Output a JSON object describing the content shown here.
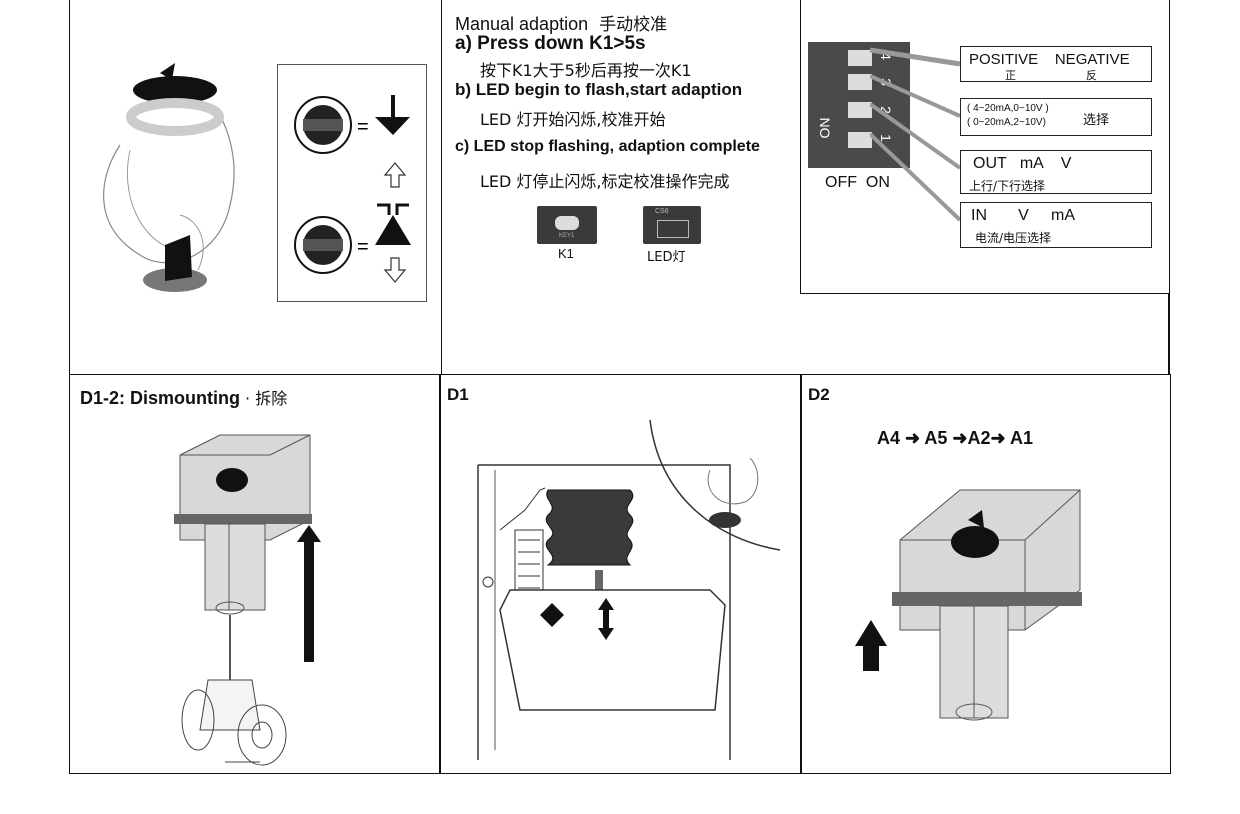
{
  "adaption": {
    "title": "Manual adaption",
    "title_cn": "手动校准",
    "step_a": "a) Press down K1>5s",
    "step_a_cn": "按下K1大于5秒后再按一次K1",
    "step_b": "b) LED begin to flash,start adaption",
    "step_b_cn": "LED 灯开始闪烁,校准开始",
    "step_c": "c) LED stop flashing, adaption complete",
    "step_c_cn": "LED 灯停止闪烁,标定校准操作完成",
    "k1_label": "K1",
    "led_label": "LED灯",
    "key_chip": "KEY1",
    "led_chip": "CS6"
  },
  "dip": {
    "on_label": "ON",
    "off_on": "OFF  ON",
    "numbers": [
      "4",
      "3",
      "2",
      "1"
    ],
    "labels": [
      {
        "line1": "POSITIVE    NEGATIVE",
        "line2": "正                    反"
      },
      {
        "line1": "( 4~20mA,0~10V )",
        "line1b": "( 0~20mA,2~10V)",
        "suffix": "选择"
      },
      {
        "line1": "OUT   mA    V",
        "line2": "上行/下行选择"
      },
      {
        "line1": "IN       V     mA",
        "line2": "电流/电压选择"
      }
    ]
  },
  "sections": {
    "d12_title": "D1-2: Dismounting",
    "d12_title_cn": "· 拆除",
    "d1_title": "D1",
    "d2_title": "D2",
    "d2_sequence": "A4 ➜ A5 ➜A2➜ A1"
  },
  "colors": {
    "line": "#111111",
    "gray": "#8a8a8a"
  }
}
